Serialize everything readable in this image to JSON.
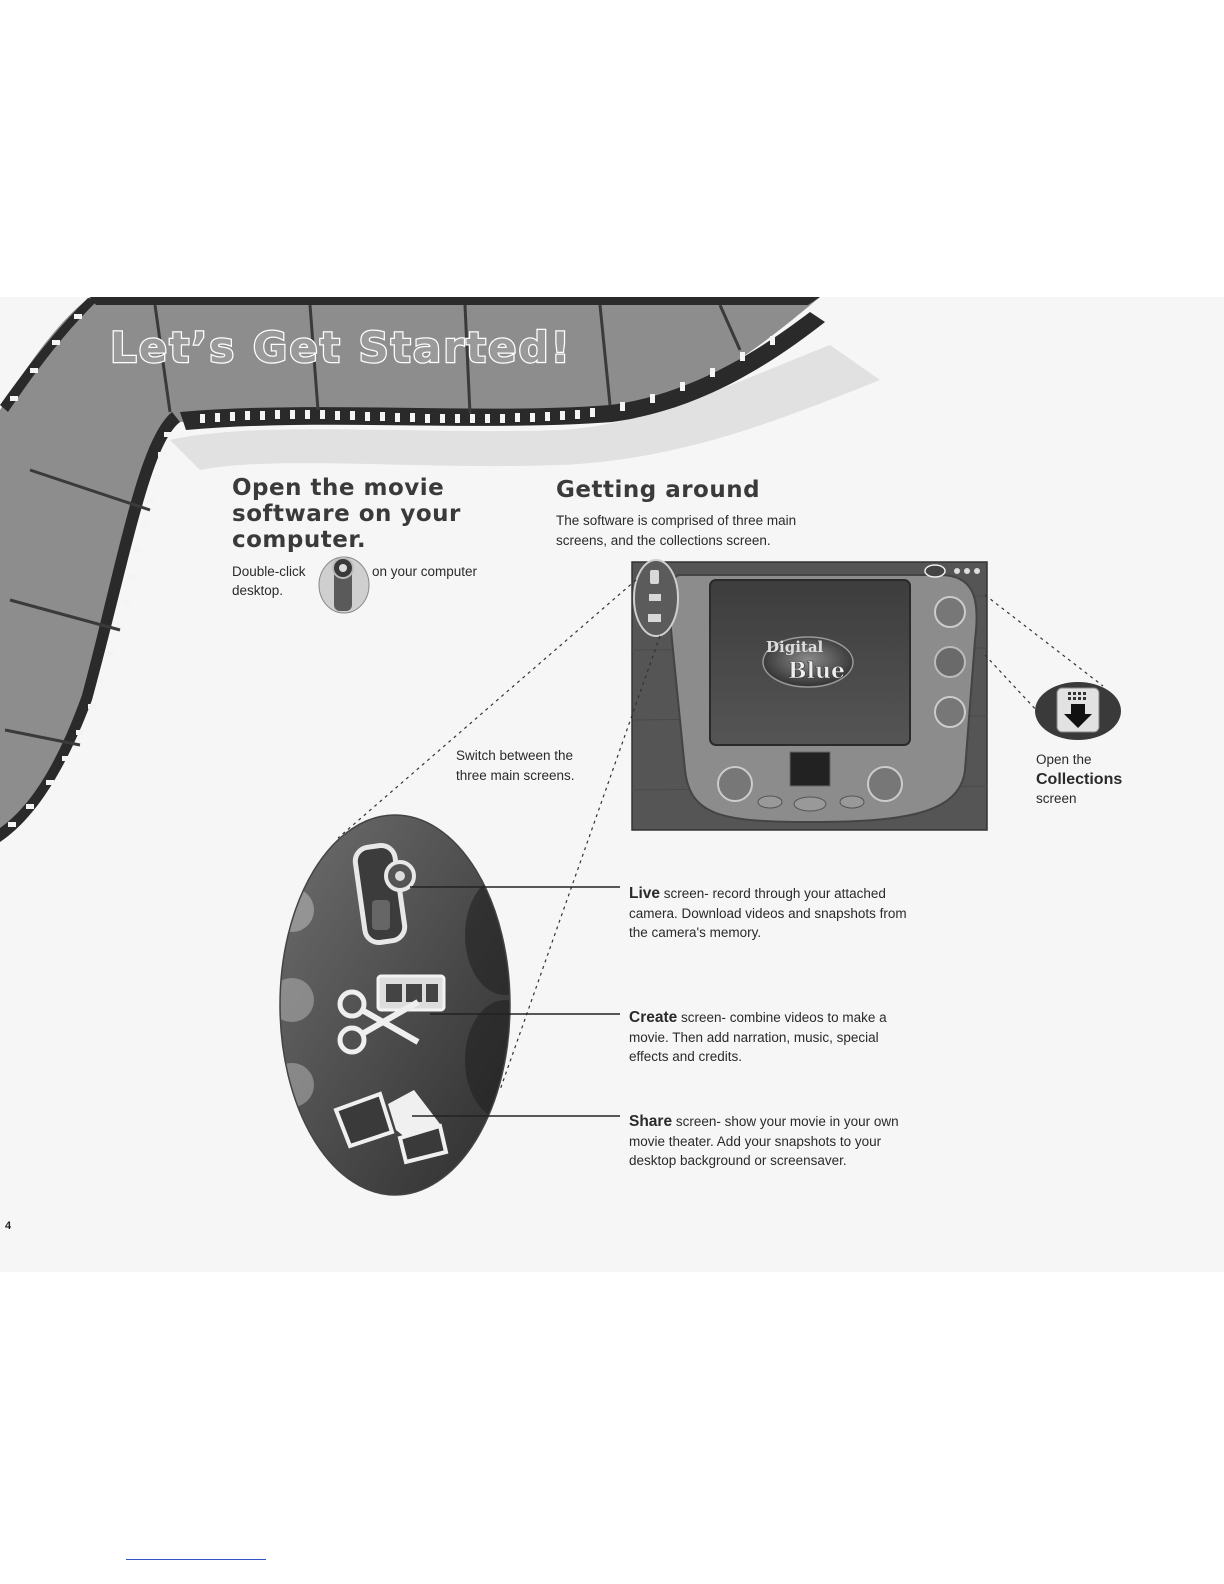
{
  "page": {
    "title": "Let’s Get Started!",
    "page_number": "4"
  },
  "open_section": {
    "heading": "Open the movie software on your computer.",
    "double_click": "Double-click",
    "on_desktop": "on your computer",
    "desktop": "desktop."
  },
  "getting_around": {
    "heading": "Getting around",
    "text": "The software is comprised of three main screens, and the collections screen."
  },
  "app_screenshot": {
    "logo_line1": "Digital",
    "logo_line2": "Blue"
  },
  "switch_label": "Switch between the three main screens.",
  "collections": {
    "prefix": "Open the",
    "name": "Collections",
    "suffix": "screen"
  },
  "features": [
    {
      "keyword": "Live",
      "text": " screen- record through your attached camera. Download videos and snapshots from the camera's memory."
    },
    {
      "keyword": "Create",
      "text": " screen- combine videos to make a movie. Then add narration, music, special effects and credits."
    },
    {
      "keyword": "Share",
      "text": " screen- show your movie in your own movie theater. Add your snapshots to your desktop background or screensaver."
    }
  ],
  "icons": [
    "camcorder-icon",
    "film-scissors-icon",
    "share-hand-icon",
    "collections-download-icon",
    "desktop-camcorder-icon"
  ]
}
